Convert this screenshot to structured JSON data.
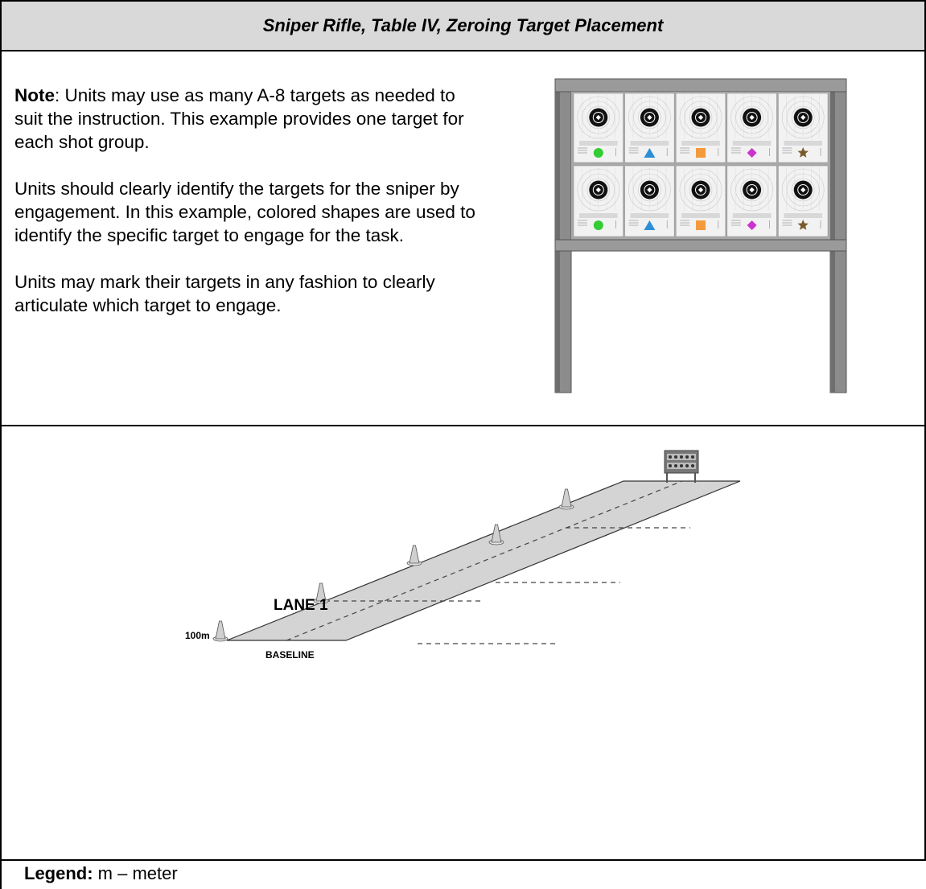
{
  "title": "Sniper Rifle, Table IV, Zeroing Target Placement",
  "notes": {
    "note_label": "Note",
    "note_text": ": Units may use as many A-8 targets as needed to suit the instruction. This example provides one target for each shot group.",
    "para2": "Units should clearly identify the targets for the sniper by engagement. In this example, colored shapes are used to identify the specific target to engage for the task.",
    "para3": "Units may mark their targets in any fashion to clearly articulate which target to engage."
  },
  "target_board": {
    "rows": 2,
    "columns": 5,
    "shapes": [
      {
        "shape": "circle",
        "color": "#33cc33"
      },
      {
        "shape": "triangle",
        "color": "#2e8fd6"
      },
      {
        "shape": "square",
        "color": "#f39a3c"
      },
      {
        "shape": "diamond",
        "color": "#cc33cc"
      },
      {
        "shape": "star",
        "color": "#7a5a2a"
      }
    ]
  },
  "lane": {
    "lane_label": "LANE 1",
    "distance_label": "100m",
    "baseline_label": "BASELINE"
  },
  "legend": {
    "label": "Legend:",
    "text": " m – meter"
  }
}
